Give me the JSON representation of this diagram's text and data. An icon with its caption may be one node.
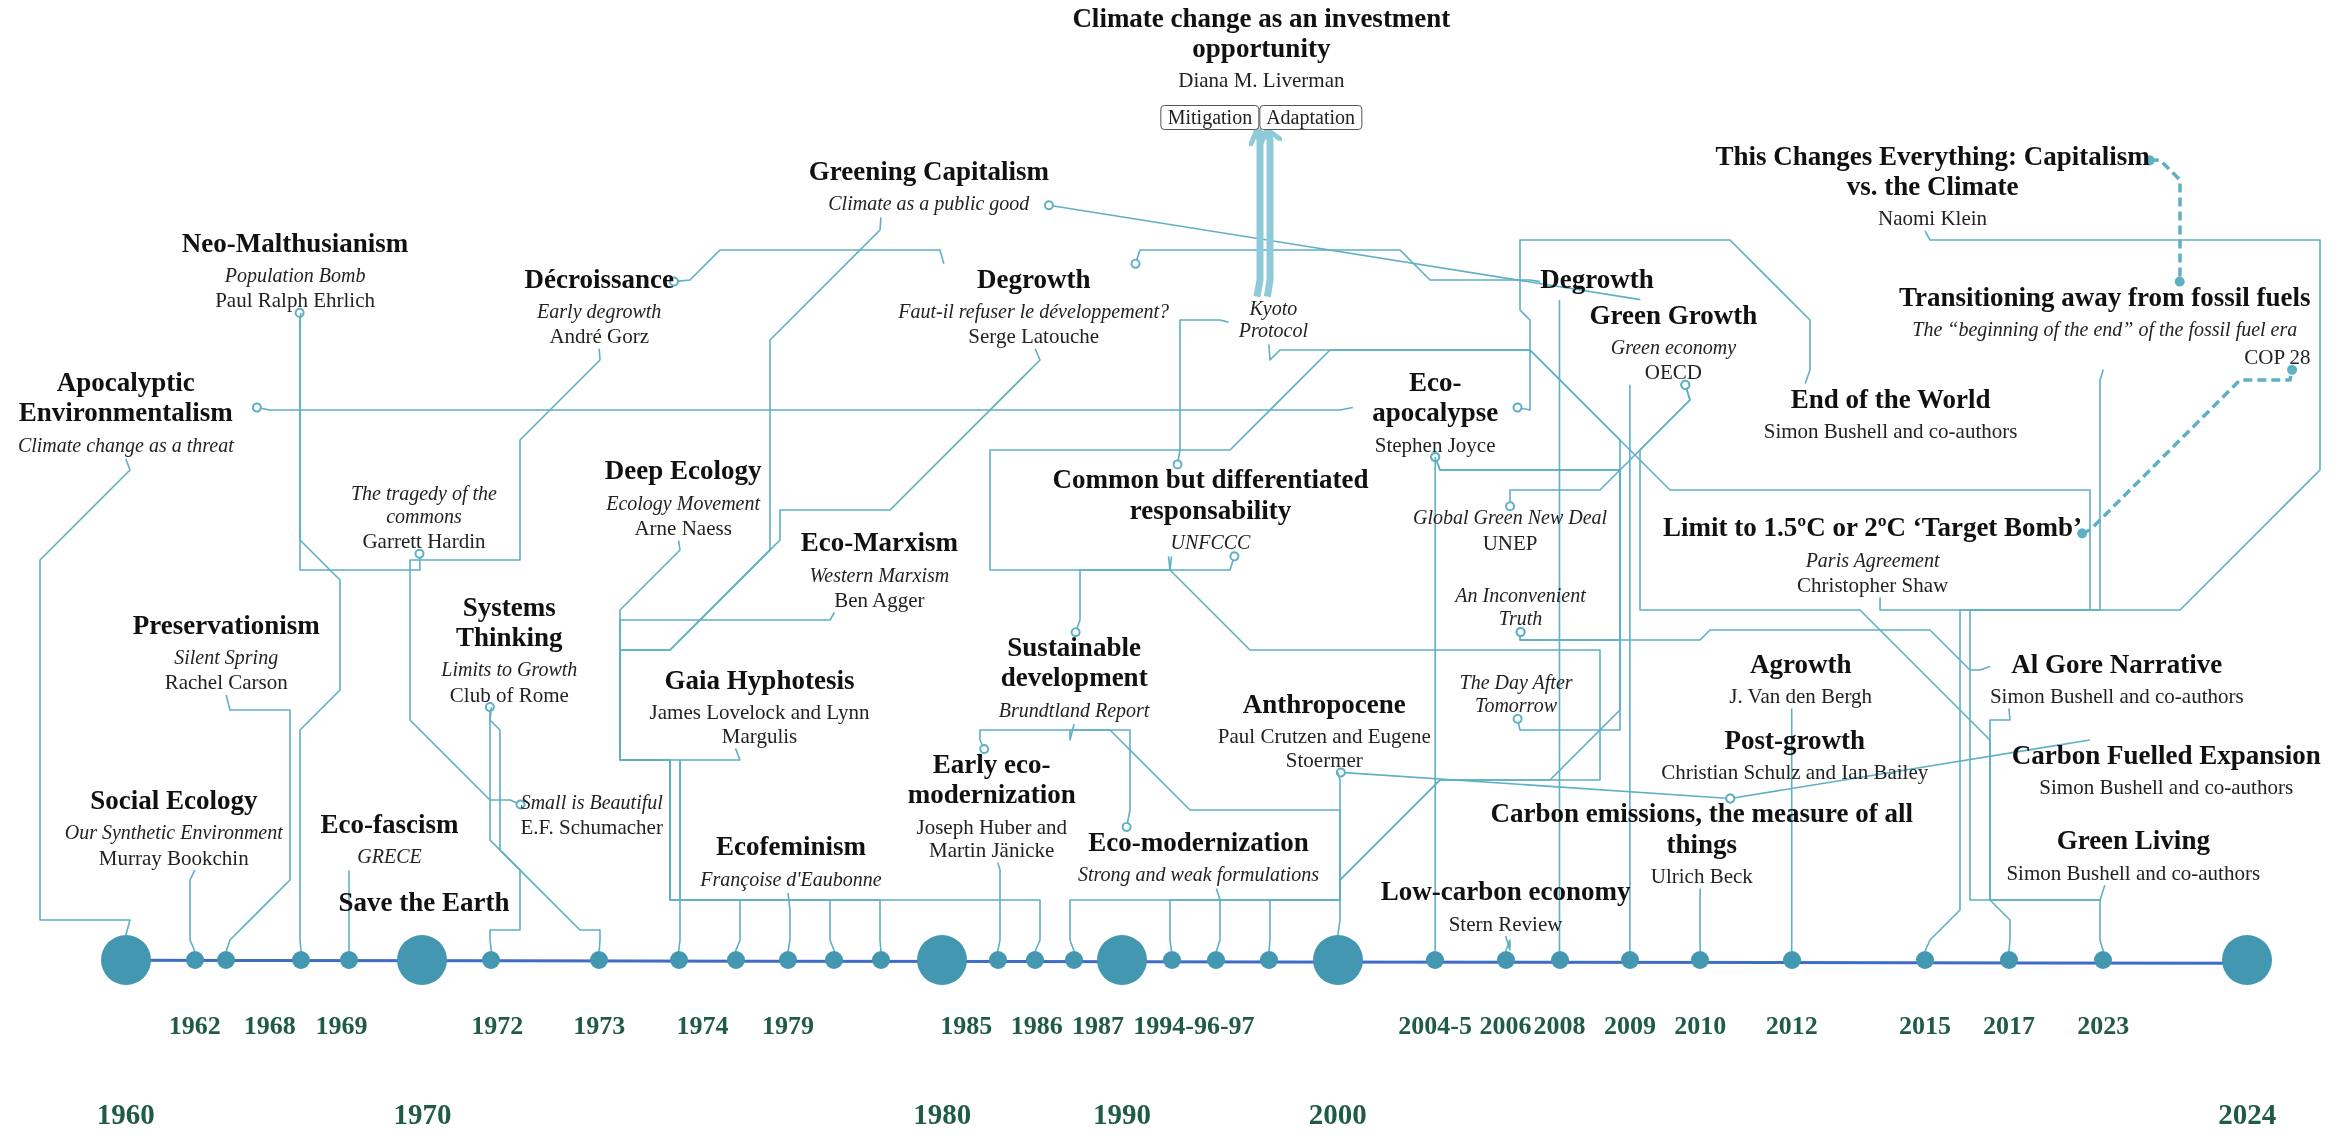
{
  "diagram": {
    "nodes": [
      {
        "text": [
          "Climate change as an investment opportunity",
          "Diana M. Liverman"
        ]
      },
      {
        "text": [
          "Mitigation"
        ]
      },
      {
        "text": [
          "Adaptation"
        ]
      },
      {
        "text": [
          "Greening Capitalism",
          "Climate as a public good"
        ]
      },
      {
        "text": [
          "Neo-Malthusianism",
          "Population Bomb",
          "Paul Ralph Ehrlich"
        ]
      },
      {
        "text": [
          "Décroissance",
          "Early degrowth",
          "André Gorz"
        ]
      },
      {
        "text": [
          "Degrowth",
          "Faut-il refuser le développement?",
          "Serge Latouche"
        ]
      },
      {
        "text": [
          "Kyoto Protocol"
        ]
      },
      {
        "text": [
          "Degrowth"
        ]
      },
      {
        "text": [
          "This Changes Everything: Capitalism vs. the Climate",
          "Naomi Klein"
        ]
      },
      {
        "text": [
          "Transitioning away from fossil fuels",
          "The “beginning of the end” of the fossil fuel era",
          "COP 28"
        ]
      },
      {
        "text": [
          "Green Growth",
          "Green economy",
          "OECD"
        ]
      },
      {
        "text": [
          "Apocalyptic Environmentalism",
          "Climate change as a threat"
        ]
      },
      {
        "text": [
          "Eco- apocalypse",
          "Stephen Joyce"
        ]
      },
      {
        "text": [
          "End of the World",
          "Simon Bushell and co-authors"
        ]
      },
      {
        "text": [
          "The tragedy of the commons",
          "Garrett Hardin"
        ]
      },
      {
        "text": [
          "Deep Ecology",
          "Ecology Movement",
          "Arne Naess"
        ]
      },
      {
        "text": [
          "Common but differentiated responsability",
          "UNFCCC"
        ]
      },
      {
        "text": [
          "Global Green New Deal",
          "UNEP"
        ]
      },
      {
        "text": [
          "Eco-Marxism",
          "Western Marxism",
          "Ben Agger"
        ]
      },
      {
        "text": [
          "Limit to 1.5ºC or 2ºC ‘Target Bomb’",
          "Paris Agreement",
          "Christopher Shaw"
        ]
      },
      {
        "text": [
          "An Inconvenient Truth"
        ]
      },
      {
        "text": [
          "Preservationism",
          "Silent Spring",
          "Rachel Carson"
        ]
      },
      {
        "text": [
          "Systems Thinking",
          "Limits to Growth",
          "Club of Rome"
        ]
      },
      {
        "text": [
          "Gaia Hyphotesis",
          "James Lovelock and Lynn Margulis"
        ]
      },
      {
        "text": [
          "Sustainable development",
          "Brundtland Report"
        ]
      },
      {
        "text": [
          "Al Gore Narrative",
          "Simon Bushell and co-authors"
        ]
      },
      {
        "text": [
          "Agrowth",
          "J. Van den Bergh"
        ]
      },
      {
        "text": [
          "The Day After Tomorrow"
        ]
      },
      {
        "text": [
          "Anthropocene",
          "Paul Crutzen and Eugene Stoermer"
        ]
      },
      {
        "text": [
          "Post-growth",
          "Christian Schulz and Ian Bailey"
        ]
      },
      {
        "text": [
          "Carbon Fuelled Expansion",
          "Simon Bushell and co-authors"
        ]
      },
      {
        "text": [
          "Social Ecology",
          "Our Synthetic Environment",
          "Murray Bookchin"
        ]
      },
      {
        "text": [
          "Small is Beautiful",
          "E.F. Schumacher"
        ]
      },
      {
        "text": [
          "Early eco- modernization",
          "Joseph Huber and Martin Jänicke"
        ]
      },
      {
        "text": [
          "Eco-fascism",
          "GRECE"
        ]
      },
      {
        "text": [
          "Ecofeminism",
          "Françoise d'Eaubonne"
        ]
      },
      {
        "text": [
          "Carbon emissions, the measure of all things",
          "Ulrich Beck"
        ]
      },
      {
        "text": [
          "Eco-modernization",
          "Strong and weak formulations"
        ]
      },
      {
        "text": [
          "Green Living",
          "Simon Bushell and co-authors"
        ]
      },
      {
        "text": [
          "Low-carbon economy",
          "Stern Review"
        ]
      },
      {
        "text": [
          "Save the Earth"
        ]
      },
      {
        "text": [],
        "shape": "circle"
      },
      {
        "text": [],
        "shape": "circle"
      },
      {
        "text": [],
        "shape": "circle"
      },
      {
        "text": [],
        "shape": "circle"
      },
      {
        "text": [],
        "shape": "circle"
      },
      {
        "text": [],
        "shape": "circle"
      },
      {
        "text": [],
        "shape": "circle"
      },
      {
        "text": [],
        "shape": "circle"
      },
      {
        "text": [],
        "shape": "circle"
      },
      {
        "text": [],
        "shape": "circle"
      },
      {
        "text": [],
        "shape": "circle"
      },
      {
        "text": [],
        "shape": "circle"
      },
      {
        "text": [],
        "shape": "circle"
      },
      {
        "text": [],
        "shape": "circle"
      },
      {
        "text": [],
        "shape": "circle"
      },
      {
        "text": [],
        "shape": "circle"
      },
      {
        "text": [],
        "shape": "circle"
      },
      {
        "text": [],
        "shape": "circle"
      },
      {
        "text": [],
        "shape": "circle"
      },
      {
        "text": [],
        "shape": "circle"
      },
      {
        "text": [],
        "shape": "circle"
      },
      {
        "text": [],
        "shape": "circle"
      },
      {
        "text": [],
        "shape": "circle"
      },
      {
        "text": [],
        "shape": "circle"
      },
      {
        "text": [],
        "shape": "circle"
      },
      {
        "text": [],
        "shape": "circle"
      },
      {
        "text": [],
        "shape": "circle"
      },
      {
        "text": [],
        "shape": "circle"
      },
      {
        "text": [],
        "shape": "circle"
      },
      {
        "text": [],
        "shape": "circle"
      },
      {
        "text": [],
        "shape": "circle"
      },
      {
        "text": [],
        "shape": "circle"
      }
    ],
    "edges": [
      {
        "from": 12,
        "to": 13,
        "arrow": "other"
      },
      {
        "from": 13,
        "to": 14,
        "arrow": "other"
      },
      {
        "from": 5,
        "to": 6,
        "arrow": "other"
      },
      {
        "from": 6,
        "to": 8,
        "arrow": "other"
      },
      {
        "from": 3,
        "to": 11,
        "arrow": "other"
      },
      {
        "from": 11,
        "to": 18,
        "arrow": "other"
      },
      {
        "from": 11,
        "to": 39,
        "arrow": "other"
      },
      {
        "from": 7,
        "to": 1,
        "arrow": "to",
        "style": "thick"
      },
      {
        "from": 7,
        "to": 2,
        "arrow": "to",
        "style": "thick"
      },
      {
        "from": 17,
        "to": 7,
        "arrow": "other"
      },
      {
        "from": 17,
        "to": 20,
        "arrow": "other"
      },
      {
        "from": 25,
        "to": 17,
        "arrow": "other"
      },
      {
        "from": 4,
        "to": 15,
        "arrow": "other"
      },
      {
        "from": 23,
        "to": 33,
        "arrow": "other"
      },
      {
        "from": 34,
        "to": 38,
        "arrow": "other"
      },
      {
        "from": 13,
        "to": 21,
        "arrow": "other"
      },
      {
        "from": 21,
        "to": 26,
        "arrow": "other"
      },
      {
        "from": 13,
        "to": 28,
        "arrow": "other"
      },
      {
        "from": 29,
        "to": 37,
        "arrow": "other"
      },
      {
        "from": 37,
        "to": 31,
        "arrow": "other"
      },
      {
        "from": 9,
        "to": 10,
        "arrow": "other",
        "style": "dashed"
      },
      {
        "from": 20,
        "to": 10,
        "arrow": "other",
        "style": "dashed"
      },
      {
        "from": 42,
        "to": 12,
        "arrow": "none"
      },
      {
        "from": 43,
        "to": 32,
        "arrow": "none"
      },
      {
        "from": 44,
        "to": 22,
        "arrow": "none"
      },
      {
        "from": 45,
        "to": 4,
        "arrow": "none"
      },
      {
        "from": 46,
        "to": 35,
        "arrow": "none"
      },
      {
        "from": 48,
        "to": 23,
        "arrow": "none"
      },
      {
        "from": 49,
        "to": 5,
        "arrow": "none"
      },
      {
        "from": 50,
        "to": 16,
        "arrow": "none"
      },
      {
        "from": 51,
        "to": 24,
        "arrow": "none"
      },
      {
        "from": 52,
        "to": 36,
        "arrow": "none"
      },
      {
        "from": 53,
        "to": 19,
        "arrow": "none"
      },
      {
        "from": 54,
        "to": 3,
        "arrow": "none"
      },
      {
        "from": 56,
        "to": 34,
        "arrow": "none"
      },
      {
        "from": 57,
        "to": 6,
        "arrow": "none"
      },
      {
        "from": 58,
        "to": 25,
        "arrow": "none"
      },
      {
        "from": 60,
        "to": 17,
        "arrow": "none"
      },
      {
        "from": 61,
        "to": 38,
        "arrow": "none"
      },
      {
        "from": 62,
        "to": 7,
        "arrow": "none"
      },
      {
        "from": 63,
        "to": 29,
        "arrow": "none"
      },
      {
        "from": 64,
        "to": 13,
        "arrow": "none"
      },
      {
        "from": 65,
        "to": 40,
        "arrow": "none"
      },
      {
        "from": 66,
        "to": 8,
        "arrow": "none"
      },
      {
        "from": 67,
        "to": 11,
        "arrow": "none"
      },
      {
        "from": 68,
        "to": 37,
        "arrow": "none"
      },
      {
        "from": 69,
        "to": 27,
        "arrow": "none"
      },
      {
        "from": 70,
        "to": 9,
        "arrow": "none"
      },
      {
        "from": 71,
        "to": 26,
        "arrow": "none"
      },
      {
        "from": 72,
        "to": 10,
        "arrow": "none"
      }
    ],
    "labels": [
      "1962",
      "1968",
      "1969",
      "1972",
      "1973",
      "1974",
      "1979",
      "1985",
      "1986",
      "1987",
      "1994-96-97",
      "2004-5",
      "2006",
      "2008",
      "2009",
      "2010",
      "2012",
      "2015",
      "2017",
      "2023",
      "1960",
      "1970",
      "1980",
      "1990",
      "2000",
      "2024"
    ]
  }
}
